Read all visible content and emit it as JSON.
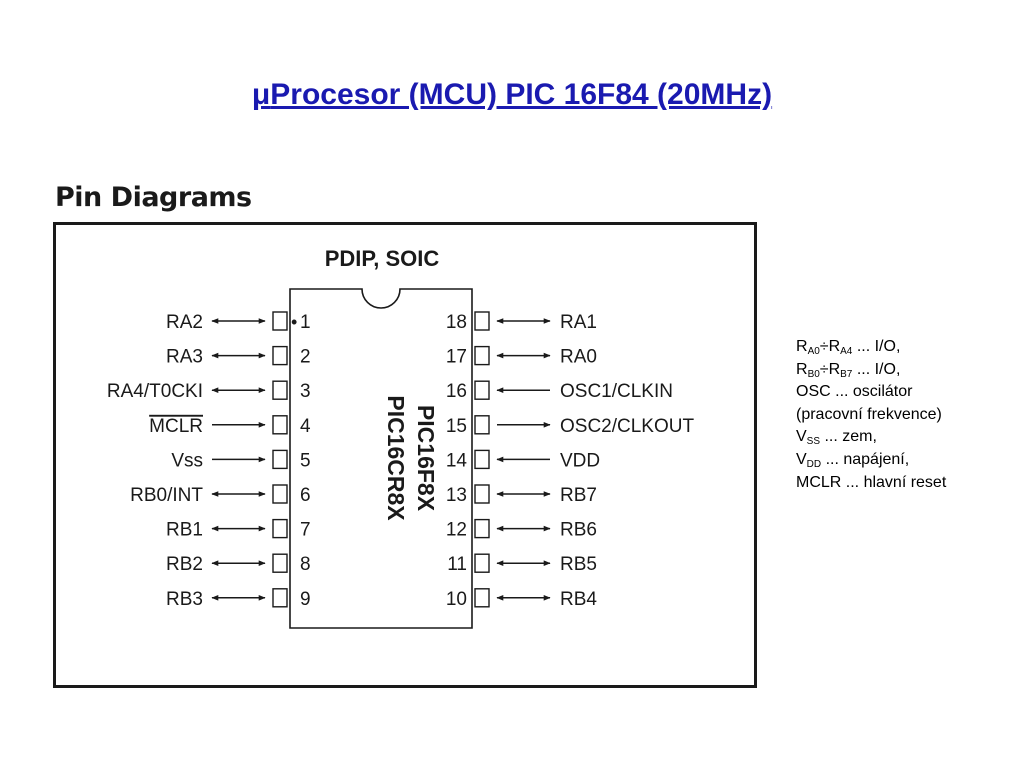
{
  "slide": {
    "title_mu": "μ",
    "title_rest": "Procesor (MCU) PIC 16F84 (20MHz)"
  },
  "diagram": {
    "heading": "Pin Diagrams",
    "package": "PDIP, SOIC",
    "chip_names": [
      "PIC16F8X",
      "PIC16CR8X"
    ],
    "pin1_dot": "•",
    "left_pins": [
      {
        "num": "1",
        "label": "RA2",
        "dir": "bi"
      },
      {
        "num": "2",
        "label": "RA3",
        "dir": "bi"
      },
      {
        "num": "3",
        "label": "RA4/T0CKI",
        "dir": "bi"
      },
      {
        "num": "4",
        "label": "MCLR",
        "dir": "in",
        "overline": true
      },
      {
        "num": "5",
        "label": "Vss",
        "dir": "in"
      },
      {
        "num": "6",
        "label": "RB0/INT",
        "dir": "bi"
      },
      {
        "num": "7",
        "label": "RB1",
        "dir": "bi"
      },
      {
        "num": "8",
        "label": "RB2",
        "dir": "bi"
      },
      {
        "num": "9",
        "label": "RB3",
        "dir": "bi"
      }
    ],
    "right_pins": [
      {
        "num": "18",
        "label": "RA1",
        "dir": "bi"
      },
      {
        "num": "17",
        "label": "RA0",
        "dir": "bi"
      },
      {
        "num": "16",
        "label": "OSC1/CLKIN",
        "dir": "in"
      },
      {
        "num": "15",
        "label": "OSC2/CLKOUT",
        "dir": "out"
      },
      {
        "num": "14",
        "label": "VDD",
        "dir": "in"
      },
      {
        "num": "13",
        "label": "RB7",
        "dir": "bi"
      },
      {
        "num": "12",
        "label": "RB6",
        "dir": "bi"
      },
      {
        "num": "11",
        "label": "RB5",
        "dir": "bi"
      },
      {
        "num": "10",
        "label": "RB4",
        "dir": "bi"
      }
    ]
  },
  "legend": {
    "l1_a": "R",
    "l1_a_sub": "A0",
    "l1_mid": "÷R",
    "l1_b_sub": "A4",
    "l1_rest": " ... I/O,",
    "l2_a": "R",
    "l2_a_sub": "B0",
    "l2_mid": "÷R",
    "l2_b_sub": "B7",
    "l2_rest": " ... I/O,",
    "l3": "OSC ... oscilátor",
    "l4": "(pracovní frekvence)",
    "l5_a": "V",
    "l5_sub": "SS",
    "l5_rest": " ... zem,",
    "l6_a": "V",
    "l6_sub": "DD",
    "l6_rest": " ... napájení,",
    "l7": "MCLR ... hlavní reset"
  }
}
